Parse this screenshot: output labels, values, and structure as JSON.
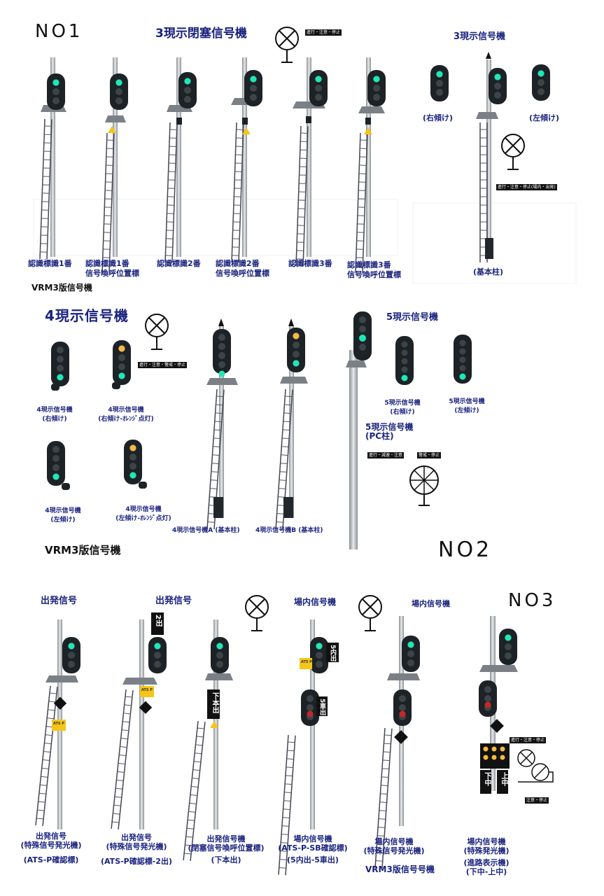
{
  "section1": {
    "no_label": "NO1",
    "title_block": "3現示閉塞信号機",
    "tag_block": "進行・注意・停止",
    "title_3": "3現示信号機",
    "tag_3": "進行・注意・停止(場内・出発)",
    "signals": [
      "認識標識1番",
      "認識標識1番",
      "信号喚呼位置標",
      "認識標識2番",
      "認識標識2番",
      "信号喚呼位置標",
      "認識標識3番",
      "認識標識3番",
      "信号喚呼位置標"
    ],
    "right_tilt": "(右傾け)",
    "left_tilt": "(左傾け)",
    "base_pole": "(基本柱)",
    "footer": "VRM3版信号機"
  },
  "section2": {
    "title_4": "4現示信号機",
    "tag_4": "進行・注意・警戒・停止",
    "sig4_right_1": "4現示信号機",
    "sig4_right_2": "(右傾け)",
    "sig4_right_or_1": "4現示信号機",
    "sig4_right_or_2": "(右傾け-ｵﾚﾝｼﾞ点灯)",
    "sig4_left_1": "4現示信号機",
    "sig4_left_2": "(左傾け)",
    "sig4_left_or_1": "4現示信号機",
    "sig4_left_or_2": "(左傾け-ｵﾚﾝｼﾞ点灯)",
    "sig4_a": "4現示信号機A (基本柱)",
    "sig4_b": "4現示信号機B (基本柱)",
    "title_5": "5現示信号機",
    "sig5_right_1": "5現示信号機",
    "sig5_right_2": "(右傾け)",
    "sig5_left_1": "5現示信号機",
    "sig5_left_2": "(左傾け)",
    "sig5_pc_1": "5現示信号機",
    "sig5_pc_2": "(PC柱)",
    "tag_5a": "進行・減速・注意",
    "tag_5b": "警戒・停止",
    "footer": "VRM3版信号機",
    "no_label": "NO2"
  },
  "section3": {
    "no_label": "NO3",
    "title_dep1": "出発信号",
    "title_dep2": "出発信号",
    "title_home1": "場内信号機",
    "title_home2": "場内信号機",
    "plate_2de": "2出",
    "plate_shimohon": "下本出",
    "plate_5nai": "5内出",
    "plate_5sha": "5車出",
    "plate_shimo": "下中",
    "plate_kami": "上中",
    "plate_atsp": "ATS P",
    "tag_route": "進行・注意・停止",
    "tag_route2": "注意・停止",
    "d1_1": "出発信号",
    "d1_2": "(特殊信号発光機)",
    "d1_3": "(ATS-P確認標)",
    "d2_1": "出発信号",
    "d2_2": "(特殊信号発光機)",
    "d2_3": "(ATS-P確認標-2出)",
    "d3_1": "出発信号機",
    "d3_2": "(閉塞信号喚呼位置標)",
    "d3_3": "(下本出)",
    "h1_1": "場内信号機",
    "h1_2": "(ATS-P-SB確認標)",
    "h1_3": "(5内出-5車出)",
    "h2_1": "場内信号機",
    "h2_2": "(特殊信号発光機)",
    "h3_1": "場内信号機",
    "h3_2": "(特殊発光機)",
    "h3_3": "(進路表示機)",
    "h3_4": "(下中-上中)",
    "footer": "VRM3版信号号機"
  },
  "colors": {
    "label": "#1a237e",
    "lamp_green": "#1de9b6",
    "lamp_orange": "#f5b942",
    "lamp_red": "#c62828",
    "pole": "#bfc3c6"
  }
}
